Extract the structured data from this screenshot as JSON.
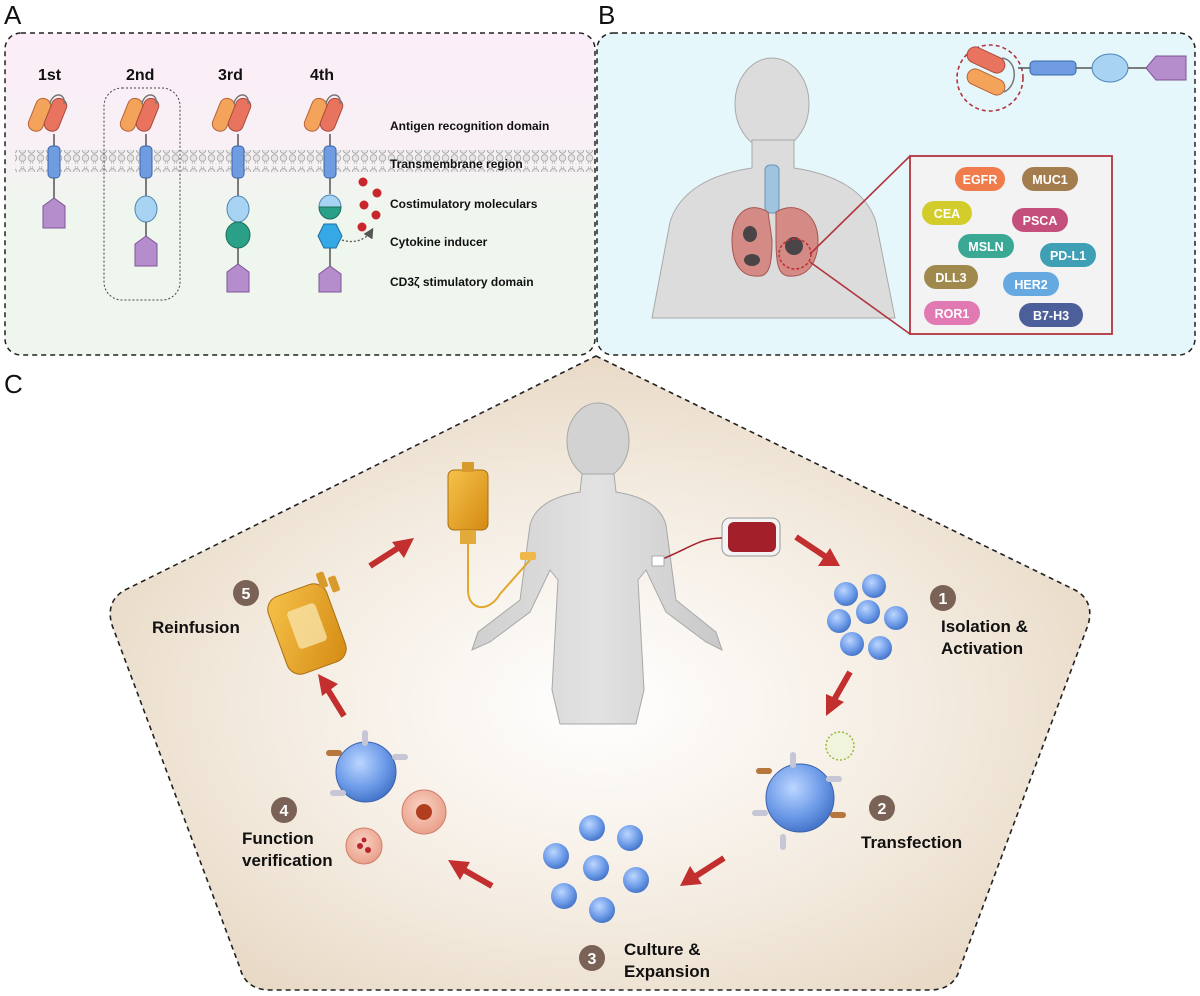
{
  "panels": {
    "a": "A",
    "b": "B",
    "c": "C"
  },
  "panel_a": {
    "generations": [
      "1st",
      "2nd",
      "3rd",
      "4th"
    ],
    "domains": {
      "antigen_recognition": "Antigen recognition domain",
      "transmembrane": "Transmembrane region",
      "costimulatory": "Costimulatory moleculars",
      "cytokine": "Cytokine inducer",
      "cd3z": "CD3ζ stimulatory domain"
    }
  },
  "panel_b": {
    "antigens": [
      "EGFR",
      "MUC1",
      "CEA",
      "PSCA",
      "MSLN",
      "PD-L1",
      "DLL3",
      "HER2",
      "ROR1",
      "B7-H3"
    ]
  },
  "panel_c": {
    "steps": {
      "s1": {
        "num": "1",
        "line1": "Isolation &",
        "line2": "Activation"
      },
      "s2": {
        "num": "2",
        "line1": "Transfection"
      },
      "s3": {
        "num": "3",
        "line1": "Culture &",
        "line2": "Expansion"
      },
      "s4": {
        "num": "4",
        "line1": "Function",
        "line2": "verification"
      },
      "s5": {
        "num": "5",
        "line1": "Reinfusion"
      }
    }
  },
  "colors": {
    "scfv_orange": "#f4a35a",
    "scfv_red": "#e8735e",
    "transmembrane_blue": "#6f9be0",
    "costim_light_blue": "#a9d3f2",
    "costim_teal": "#2aa089",
    "cd3z_purple": "#b58ccc",
    "arrow_red": "#c32e2e",
    "step_badge": "#7a6256",
    "panel_a_top": "#fbeef6",
    "panel_a_bottom": "#eef7ee",
    "panel_b_bg": "#e6f7fb",
    "panel_c_bg": "#efe3d2"
  }
}
